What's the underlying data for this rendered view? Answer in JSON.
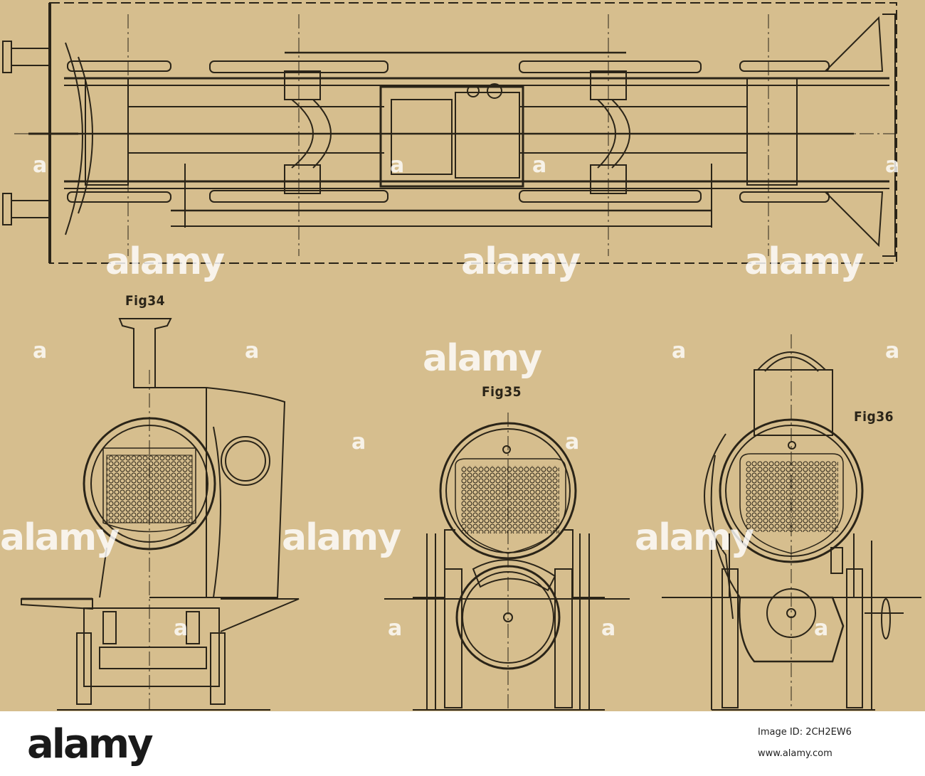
{
  "figures": {
    "fig34": "Fig34",
    "fig35": "Fig35",
    "fig36": "Fig36"
  },
  "watermark": {
    "word": "alamy",
    "letter": "a"
  },
  "footer": {
    "logo": "alamy",
    "image_id": "Image ID: 2CH2EW6",
    "site": "www.alamy.com"
  },
  "colors": {
    "paper": "#d6be8e",
    "ink": "#2a2418",
    "footer": "#ffffff"
  }
}
